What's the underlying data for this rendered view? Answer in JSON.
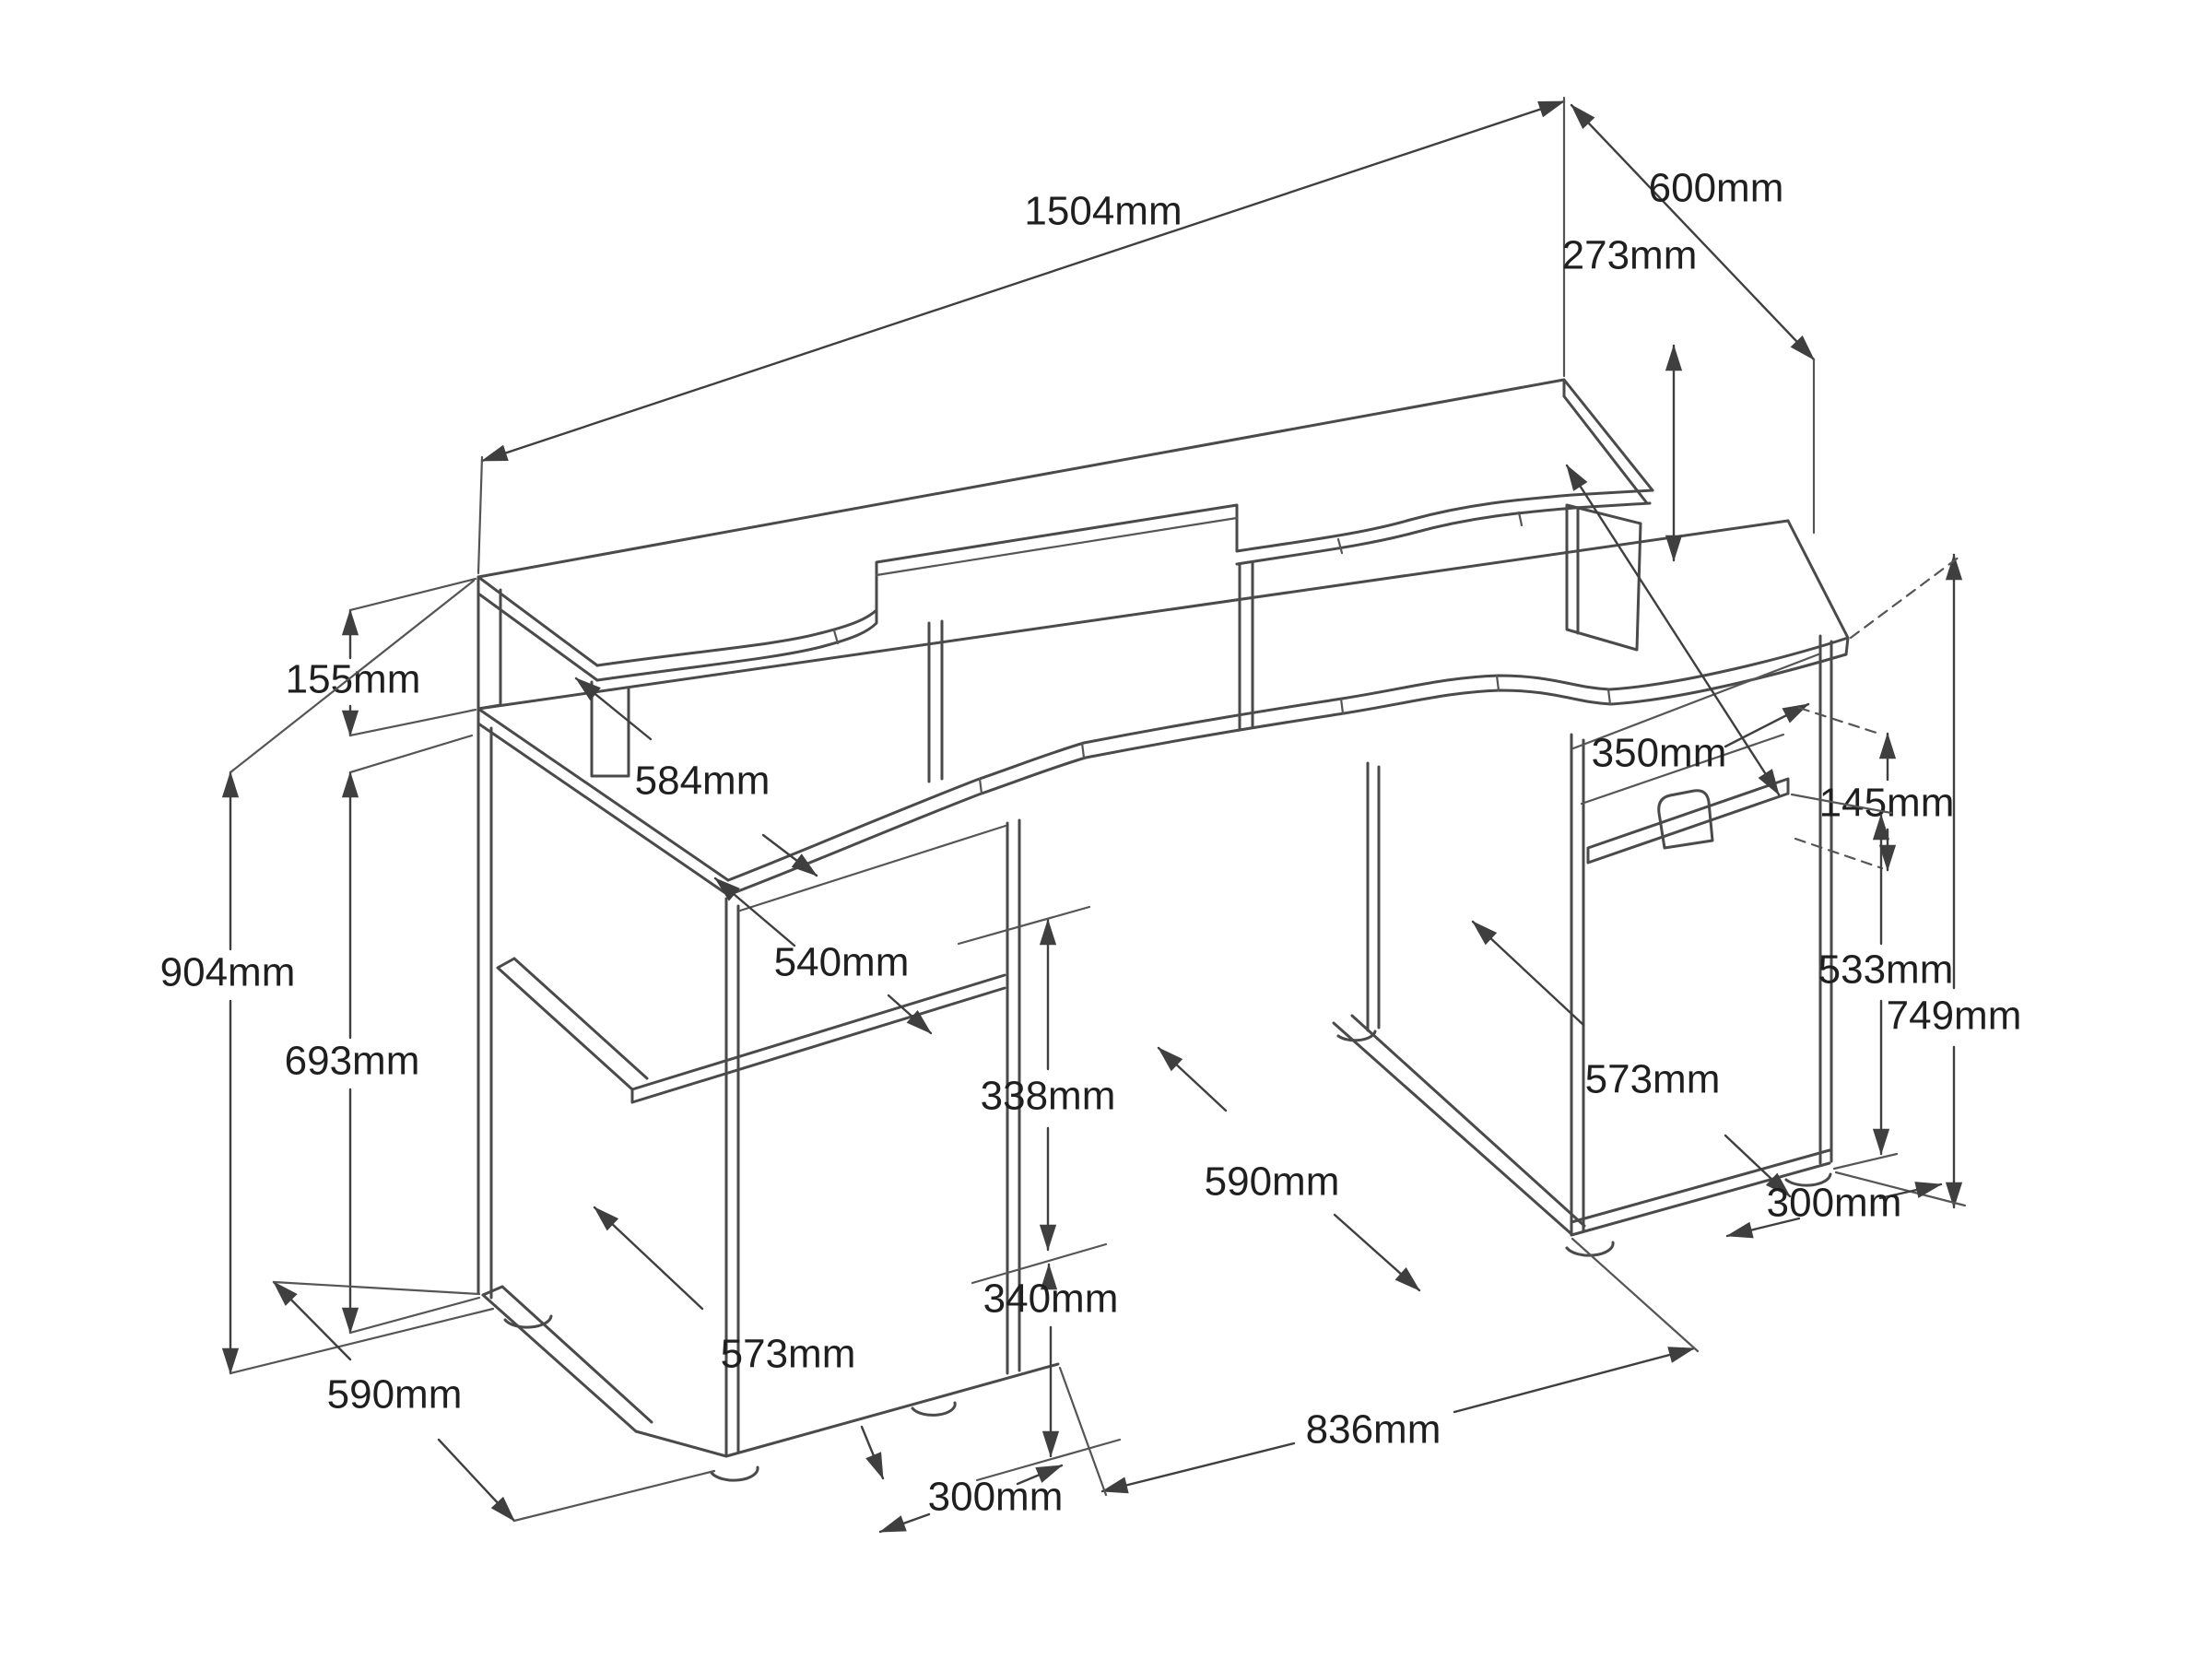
{
  "drawing": {
    "type": "furniture technical drawing",
    "subject": "gaming desk with monitor riser shelf, left open shelf pedestal and right cubby pedestal",
    "units": "mm",
    "line_color": "#4a4a4a",
    "background_color": "#ffffff"
  },
  "dimensions": {
    "overall_width": "1504mm",
    "overall_depth": "600mm",
    "riser_height": "273mm",
    "shelf_to_desktop_gap": "155mm",
    "overall_height": "904mm",
    "side_panel_height": "693mm",
    "desktop_clear_depth": "584mm",
    "left_inner_depth": "540mm",
    "upper_compartment_height": "338mm",
    "lower_compartment_height": "340mm",
    "left_pedestal_depth": "573mm",
    "left_floor_depth": "590mm",
    "left_pedestal_width": "300mm",
    "kneehole_width": "836mm",
    "right_floor_depth": "590mm",
    "right_pedestal_depth": "573mm",
    "cubby_shelf_depth": "350mm",
    "cubby_height": "145mm",
    "right_inner_height": "533mm",
    "desktop_height": "749mm",
    "right_pedestal_width": "300mm"
  }
}
